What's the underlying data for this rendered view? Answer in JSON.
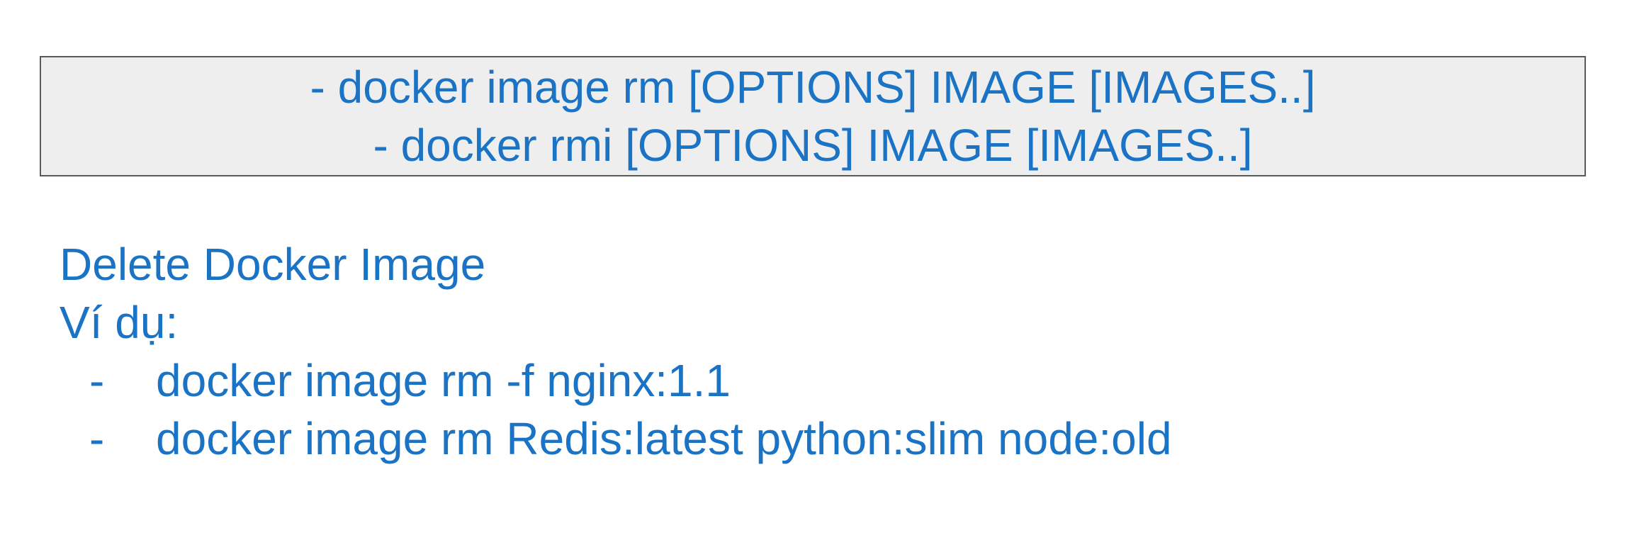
{
  "syntax_box": {
    "lines": [
      "- docker image rm [OPTIONS] IMAGE [IMAGES..]",
      "- docker rmi [OPTIONS] IMAGE [IMAGES..]"
    ]
  },
  "content": {
    "heading": "Delete Docker Image",
    "subheading": "Ví dụ:",
    "examples": [
      {
        "bullet": "-",
        "text": "docker image rm -f nginx:1.1"
      },
      {
        "bullet": "-",
        "text": "docker image rm Redis:latest python:slim node:old"
      }
    ]
  },
  "colors": {
    "text": "#1a73c4",
    "box_background": "#eeeeee",
    "box_border": "#5a5a5a"
  }
}
